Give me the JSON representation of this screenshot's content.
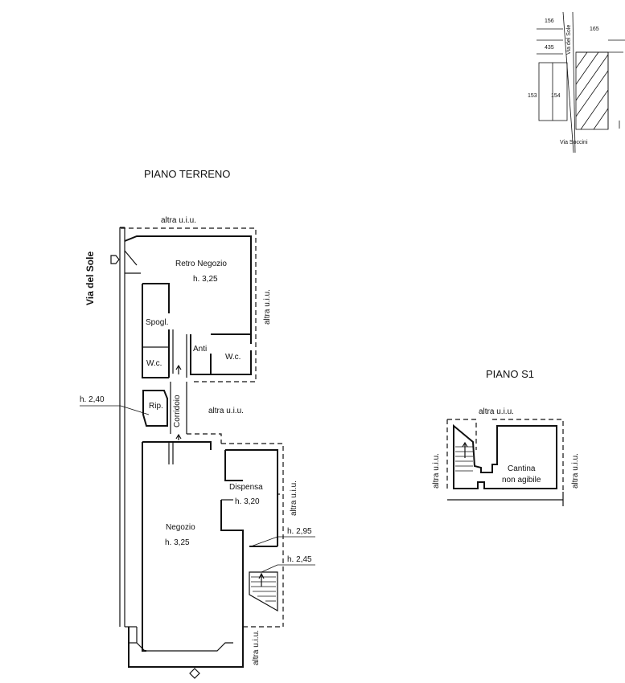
{
  "titles": {
    "ground_floor": "PIANO TERRENO",
    "basement": "PIANO S1"
  },
  "streets": {
    "main": "Via del Sole",
    "map_sole": "Via del Sole",
    "map_soccini": "Via Soccini"
  },
  "map_parcels": {
    "p156": "156",
    "p435": "435",
    "p165": "165",
    "p153": "153",
    "p154": "154"
  },
  "rooms": {
    "retro_negozio": "Retro Negozio",
    "retro_height": "h. 3,25",
    "spogl": "Spogl.",
    "wc1": "W.c.",
    "anti": "Anti",
    "wc2": "W.c.",
    "rip": "Rip.",
    "corridoio": "Corridoio",
    "dispensa": "Dispensa",
    "dispensa_height": "h. 3,20",
    "negozio": "Negozio",
    "negozio_height": "h. 3,25",
    "cantina_line1": "Cantina",
    "cantina_line2": "non agibile"
  },
  "heights": {
    "h240": "h. 2,40",
    "h295": "h. 2,95",
    "h245": "h. 2,45"
  },
  "neighbors": {
    "top": "altra u.i.u.",
    "right_retro": "altra u.i.u.",
    "corridor": "altra u.i.u.",
    "right_dispensa": "altra u.i.u.",
    "bottom_right": "altra u.i.u.",
    "s1_top": "altra u.i.u.",
    "s1_left": "altra u.i.u.",
    "s1_right": "altra u.i.u."
  }
}
